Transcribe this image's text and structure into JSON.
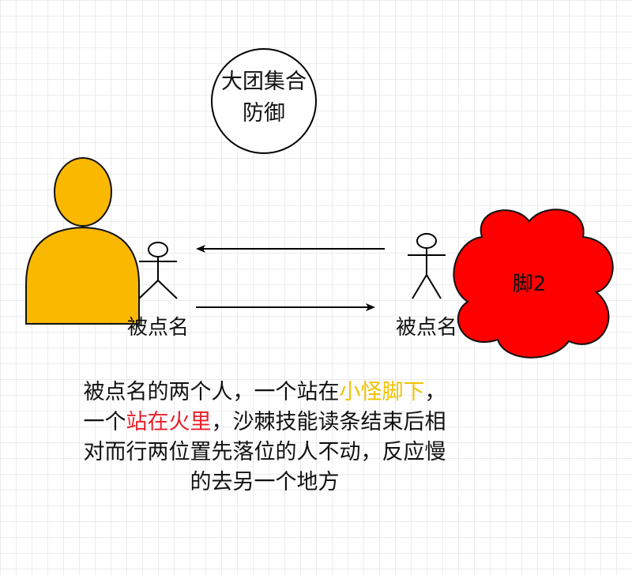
{
  "circle": {
    "line1": "大团集合",
    "line2": "防御"
  },
  "left_actor": {
    "label": "被点名"
  },
  "right_actor": {
    "label": "被点名"
  },
  "cloud": {
    "label": "脚2"
  },
  "description": {
    "part1": "被点名的两个人，一个站在",
    "highlight_yellow": "小怪脚下",
    "part2": "，一个",
    "highlight_red": "站在火里",
    "part3": "，沙棘技能读条结束后相对而行两位置先落位的人不动，反应慢的去另一个地方"
  },
  "colors": {
    "person": "#fbb800",
    "cloud": "#ff0000",
    "yellow_text": "#f2c200",
    "red_text": "#e8202a"
  }
}
